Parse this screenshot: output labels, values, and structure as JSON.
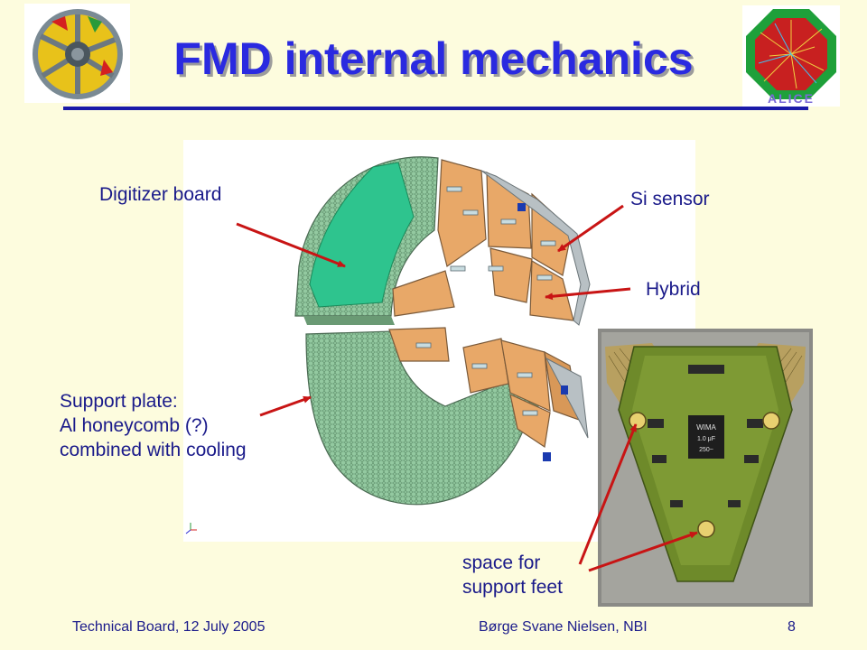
{
  "slide": {
    "title": "FMD internal mechanics",
    "page_number": "8"
  },
  "labels": {
    "digitizer": "Digitizer board",
    "si_sensor": "Si sensor",
    "hybrid": "Hybrid",
    "support_line1": "Support plate:",
    "support_line2": "Al honeycomb (?)",
    "support_line3": "combined with cooling",
    "feet_line1": "space for",
    "feet_line2": "support feet"
  },
  "photo": {
    "chip_line1": "WIMA",
    "chip_line2": "1.0 μF",
    "chip_line3": "250~"
  },
  "footer": {
    "left": "Technical Board, 12 July 2005",
    "center": "Børge Svane Nielsen, NBI"
  },
  "colors": {
    "title": "#2a2ae0",
    "text": "#1a1a8a",
    "arrow": "#c81414",
    "background": "#fdfcde",
    "honeycomb": "#8fc79b",
    "digitizer": "#2ec48e",
    "sensor": "#e8a868"
  },
  "icons": [
    "fmd-wheel-logo",
    "alice-logo"
  ]
}
